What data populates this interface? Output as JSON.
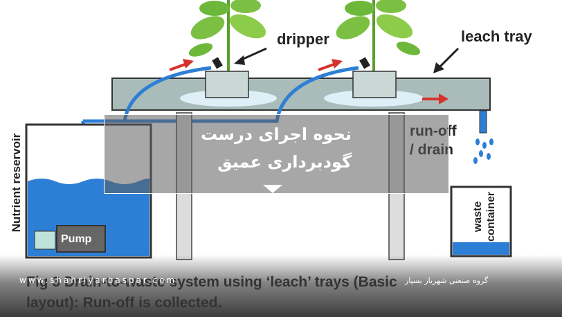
{
  "diagram": {
    "labels": {
      "dripper": "dripper",
      "leach_tray": "leach tray",
      "runoff": "run-off\n/ drain",
      "reservoir": "Nutrient reservoir",
      "waste": "waste\ncontainer",
      "pump": "Pump"
    },
    "caption": "Fig 3 Drain-to-waste system using ‘leach’ trays (Basic\nlayout): Run-off is collected."
  },
  "overlay": {
    "title": "نحوه اجرای درست\nگودبرداری عمیق"
  },
  "footer": {
    "url": "www.shahriyarbaspar.com",
    "company": "گروه صنعتی شهریار بسپار"
  },
  "colors": {
    "water": "#2d7fd6",
    "tray": "#a9bcb9",
    "arrow": "#d6322c",
    "leaf": "#7cc043"
  }
}
